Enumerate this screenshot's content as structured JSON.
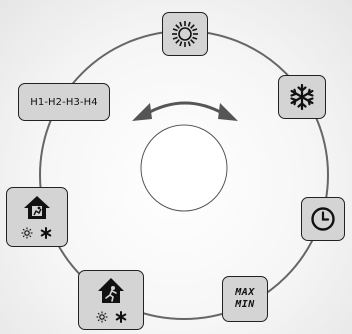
{
  "modes": {
    "preset_label": "H1-H2-H3-H4",
    "max_label": "MAX",
    "min_label": "MIN"
  },
  "icons": [
    "sun-icon",
    "snowflake-icon",
    "clock-icon",
    "max-min-icon",
    "away-mode-icon",
    "home-mode-icon",
    "rotate-arrows-icon"
  ],
  "colors": {
    "button_fill": "#d4d4d4",
    "button_border": "#222222",
    "ring": "#666666",
    "arrows": "#555555"
  }
}
